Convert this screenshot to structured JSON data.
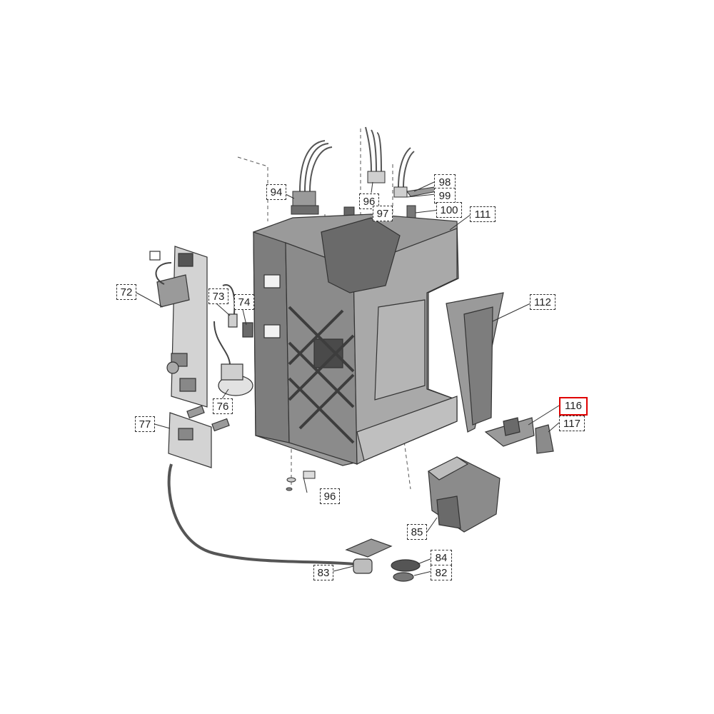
{
  "callouts": [
    {
      "id": "72",
      "label": "72"
    },
    {
      "id": "73",
      "label": "73"
    },
    {
      "id": "74",
      "label": "74"
    },
    {
      "id": "76",
      "label": "76"
    },
    {
      "id": "77",
      "label": "77"
    },
    {
      "id": "82",
      "label": "82"
    },
    {
      "id": "83",
      "label": "83"
    },
    {
      "id": "84",
      "label": "84"
    },
    {
      "id": "85",
      "label": "85"
    },
    {
      "id": "94",
      "label": "94"
    },
    {
      "id": "96a",
      "label": "96"
    },
    {
      "id": "96b",
      "label": "96"
    },
    {
      "id": "97",
      "label": "97"
    },
    {
      "id": "98",
      "label": "98"
    },
    {
      "id": "99",
      "label": "99"
    },
    {
      "id": "100",
      "label": "100"
    },
    {
      "id": "111",
      "label": "111"
    },
    {
      "id": "112",
      "label": "112"
    },
    {
      "id": "116",
      "label": "116"
    },
    {
      "id": "117",
      "label": "117"
    }
  ],
  "selected_callout": "116",
  "colors": {
    "highlight": "#e00000",
    "part_fill": "#8f8f8f",
    "part_dark": "#5e5e5e",
    "part_light": "#bdbdbd",
    "line": "#333333"
  }
}
